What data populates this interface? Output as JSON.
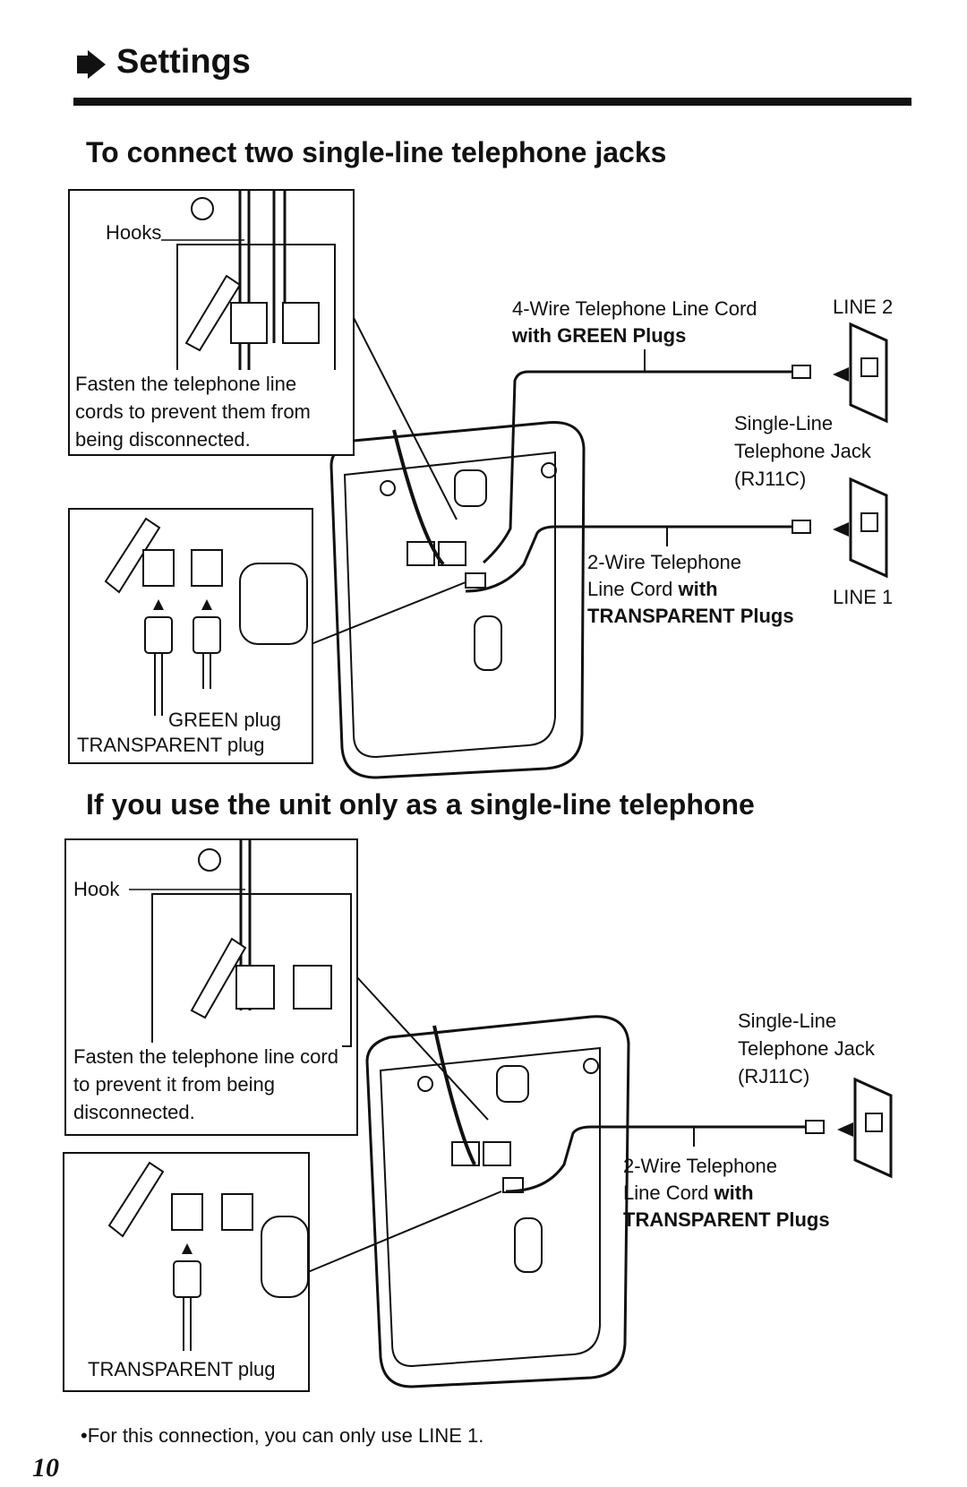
{
  "header": {
    "title": "Settings",
    "icon": "arrow-right-icon"
  },
  "section1": {
    "title": "To connect two single-line telephone jacks",
    "hooks_label": "Hooks",
    "fasten_caption": "Fasten the telephone line cords to prevent them from being disconnected.",
    "line2_label": "LINE 2",
    "line1_label": "LINE 1",
    "four_wire_label": "4-Wire Telephone Line Cord",
    "four_wire_plug_label": "with GREEN Plugs",
    "jack_label_1": "Single-Line",
    "jack_label_2": "Telephone Jack",
    "jack_label_3": "(RJ11C)",
    "two_wire_label_1": "2-Wire Telephone",
    "two_wire_label_2": "Line Cord",
    "two_wire_label_with": "with",
    "two_wire_label_3": "TRANSPARENT Plugs",
    "green_plug_label": "GREEN plug",
    "transparent_plug_label": "TRANSPARENT plug"
  },
  "section2": {
    "title": "If you use the unit only as a single-line telephone",
    "hook_label": "Hook",
    "fasten_caption": "Fasten the telephone line cord to prevent it from being disconnected.",
    "jack_label_1": "Single-Line",
    "jack_label_2": "Telephone Jack",
    "jack_label_3": "(RJ11C)",
    "two_wire_label_1": "2-Wire Telephone",
    "two_wire_label_2": "Line Cord",
    "two_wire_label_with": "with",
    "two_wire_label_3": "TRANSPARENT Plugs",
    "transparent_plug_label": "TRANSPARENT plug"
  },
  "footer": {
    "note": "•For this connection, you can only use LINE 1.",
    "page_number": "10"
  }
}
